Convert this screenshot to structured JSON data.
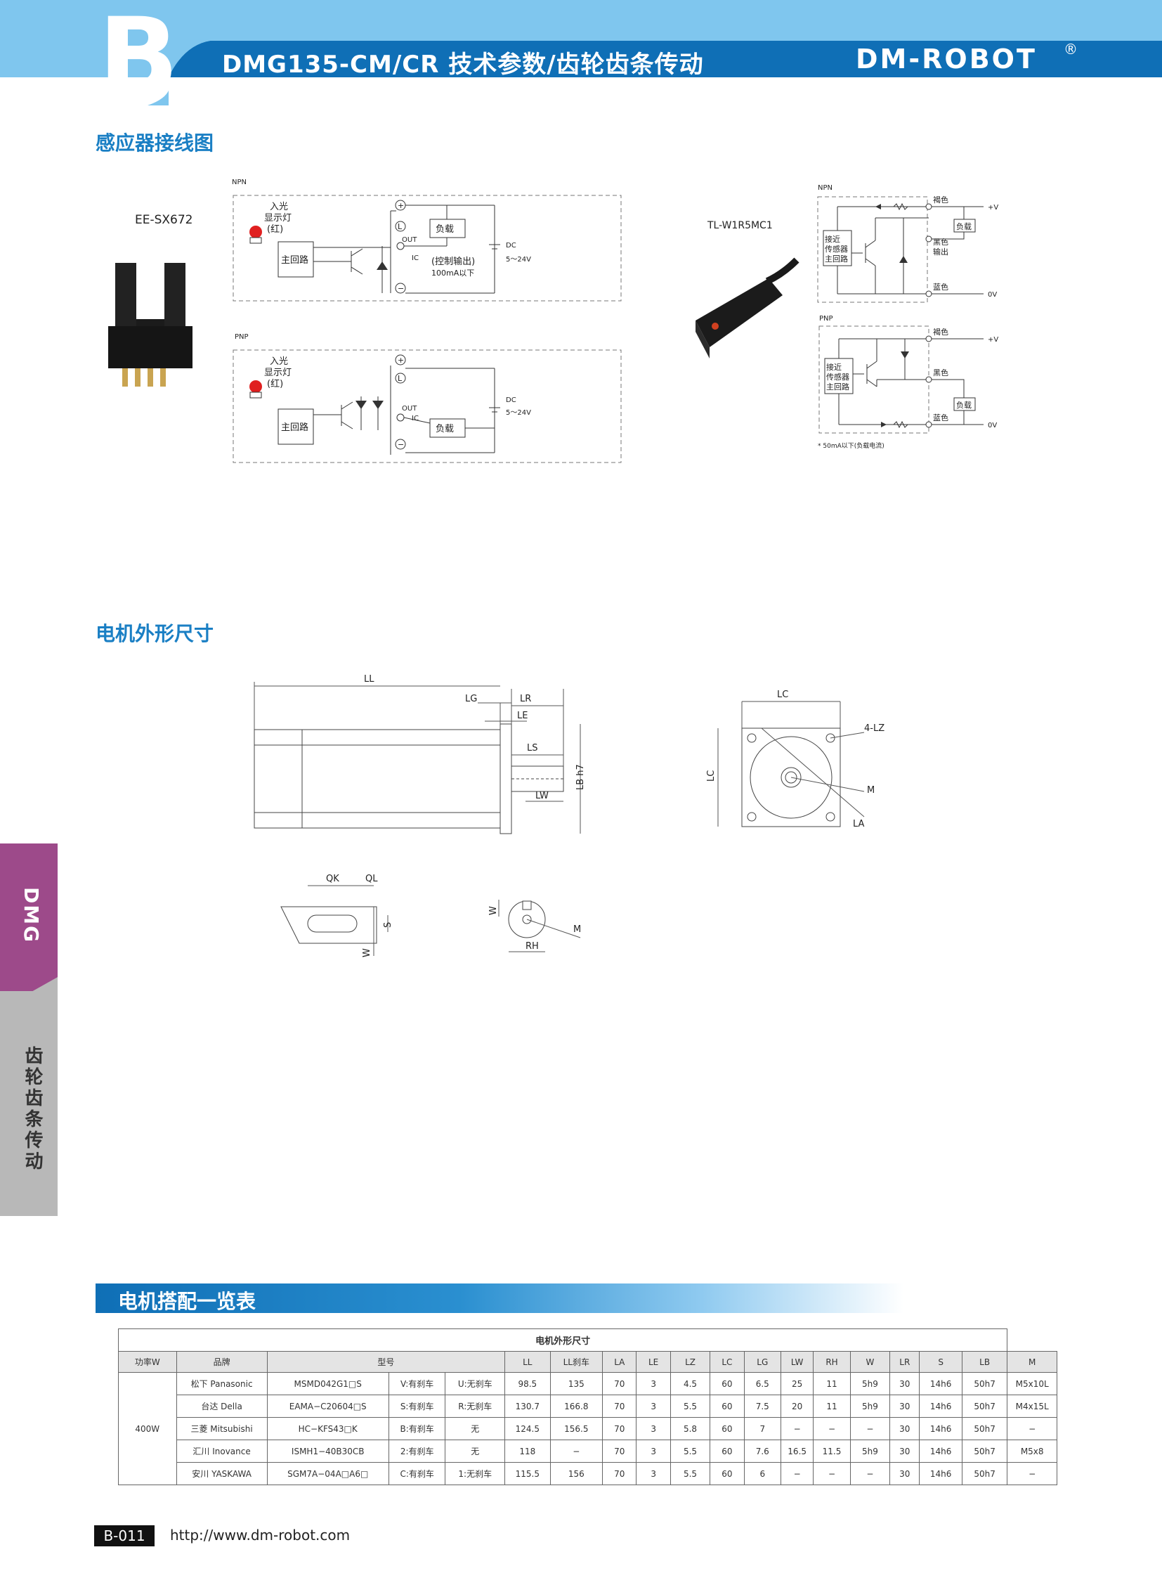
{
  "header": {
    "section_letter": "B",
    "title": "DMG135-CM/CR 技术参数/齿轮齿条传动",
    "logo": "DM-ROBOT",
    "reg": "®"
  },
  "sections": {
    "wiring": "感应器接线图",
    "dimensions": "电机外形尺寸",
    "table": "电机搭配一览表"
  },
  "side_tabs": {
    "dmg": "DMG",
    "gear": "齿轮齿条传动"
  },
  "sensor1": {
    "model": "EE-SX672",
    "npn": {
      "label": "NPN",
      "light_in": "入光",
      "indicator": "显示灯",
      "red": "(红)",
      "main_circuit": "主回路",
      "load": "负载",
      "out": "OUT",
      "ic": "IC",
      "control_out": "(控制输出)",
      "current": "100mA以下",
      "dc": "DC",
      "voltage": "5～24V",
      "plus": "+",
      "l": "L",
      "minus": "−"
    },
    "pnp": {
      "label": "PNP",
      "light_in": "入光",
      "indicator": "显示灯",
      "red": "(红)",
      "main_circuit": "主回路",
      "load": "负载",
      "out": "OUT",
      "ic": "IC",
      "dc": "DC",
      "voltage": "5～24V",
      "plus": "+",
      "l": "L",
      "minus": "−"
    }
  },
  "sensor2": {
    "model": "TL-W1R5MC1",
    "npn": {
      "label": "NPN",
      "brown": "褐色",
      "black": "黑色",
      "output": "输出",
      "blue": "蓝色",
      "load": "负载",
      "sensor_l1": "接近",
      "sensor_l2": "传感器",
      "sensor_l3": "主回路",
      "v_plus": "+V",
      "v_zero": "0V"
    },
    "pnp": {
      "label": "PNP",
      "brown": "褐色",
      "black": "黑色",
      "blue": "蓝色",
      "load": "负载",
      "sensor_l1": "接近",
      "sensor_l2": "传感器",
      "sensor_l3": "主回路",
      "v_plus": "+V",
      "v_zero": "0V"
    },
    "note": "* 50mA以下(负载电流)"
  },
  "dims": {
    "ll": "LL",
    "lg": "LG",
    "lr": "LR",
    "le": "LE",
    "ls": "LS",
    "lw": "LW",
    "lb": "LB h7",
    "lc_top": "LC",
    "lc_side": "LC",
    "lz": "4-LZ",
    "m": "M",
    "la": "LA",
    "qk": "QK",
    "ql": "QL",
    "s": "S",
    "w1": "W",
    "w2": "W",
    "m2": "M",
    "rh": "RH"
  },
  "table": {
    "caption": "电机外形尺寸",
    "headers": [
      "功率W",
      "品牌",
      "型号",
      "LL",
      "LL刹车",
      "LA",
      "LE",
      "LZ",
      "LC",
      "LG",
      "LW",
      "RH",
      "W",
      "LR",
      "S",
      "LB",
      "M"
    ],
    "power": "400W",
    "rows": [
      [
        "松下  Panasonic",
        "MSMD042G1□S",
        "V:有刹车",
        "U:无刹车",
        "98.5",
        "135",
        "70",
        "3",
        "4.5",
        "60",
        "6.5",
        "25",
        "11",
        "5h9",
        "30",
        "14h6",
        "50h7",
        "M5x10L"
      ],
      [
        "台达  Della",
        "EAMA−C20604□S",
        "S:有刹车",
        "R:无刹车",
        "130.7",
        "166.8",
        "70",
        "3",
        "5.5",
        "60",
        "7.5",
        "20",
        "11",
        "5h9",
        "30",
        "14h6",
        "50h7",
        "M4x15L"
      ],
      [
        "三菱  Mitsubishi",
        "HC−KFS43□K",
        "B:有刹车",
        "无",
        "124.5",
        "156.5",
        "70",
        "3",
        "5.8",
        "60",
        "7",
        "−",
        "−",
        "−",
        "30",
        "14h6",
        "50h7",
        "−"
      ],
      [
        "汇川  Inovance",
        "ISMH1−40B30CB",
        "2:有刹车",
        "无",
        "118",
        "−",
        "70",
        "3",
        "5.5",
        "60",
        "7.6",
        "16.5",
        "11.5",
        "5h9",
        "30",
        "14h6",
        "50h7",
        "M5x8"
      ],
      [
        "安川  YASKAWA",
        "SGM7A−04A□A6□",
        "C:有刹车",
        "1:无刹车",
        "115.5",
        "156",
        "70",
        "3",
        "5.5",
        "60",
        "6",
        "−",
        "−",
        "−",
        "30",
        "14h6",
        "50h7",
        "−"
      ]
    ]
  },
  "footer": {
    "page": "B-011",
    "url": "http://www.dm-robot.com"
  }
}
